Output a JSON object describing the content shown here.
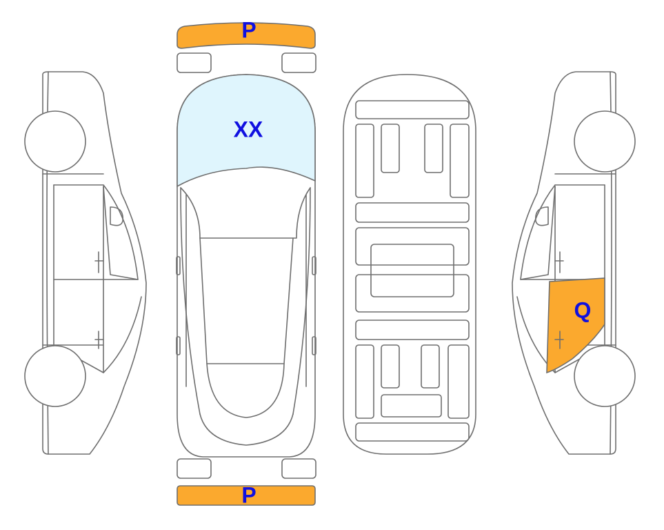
{
  "colors": {
    "paint": "#FBA92E",
    "glass": "#DFF5FD",
    "label": "#1010E0",
    "outline": "#6E6E6E"
  },
  "markers": {
    "front_bumper": "P",
    "rear_bumper": "P",
    "windshield": "XX",
    "right_rear_door": "Q"
  }
}
